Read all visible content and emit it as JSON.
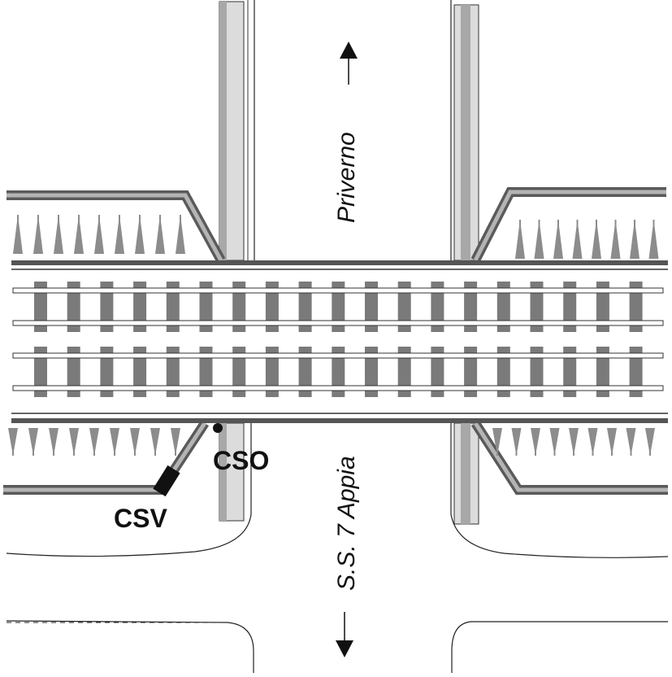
{
  "labels": {
    "north_road": "Priverno",
    "south_road": "S.S. 7 Appia",
    "device_cso": "CSO",
    "device_csv": "CSV"
  },
  "tracks": {
    "count": 2
  },
  "colors": {
    "rail_sleeper": "#7a7a7a",
    "barrier_dark": "#5a5a5a",
    "barrier_light": "#b4b4b4",
    "pole_light": "#dcdcdc",
    "pole_mid": "#a8a8a8",
    "spike": "#8c8c8c",
    "ink": "#111111"
  }
}
